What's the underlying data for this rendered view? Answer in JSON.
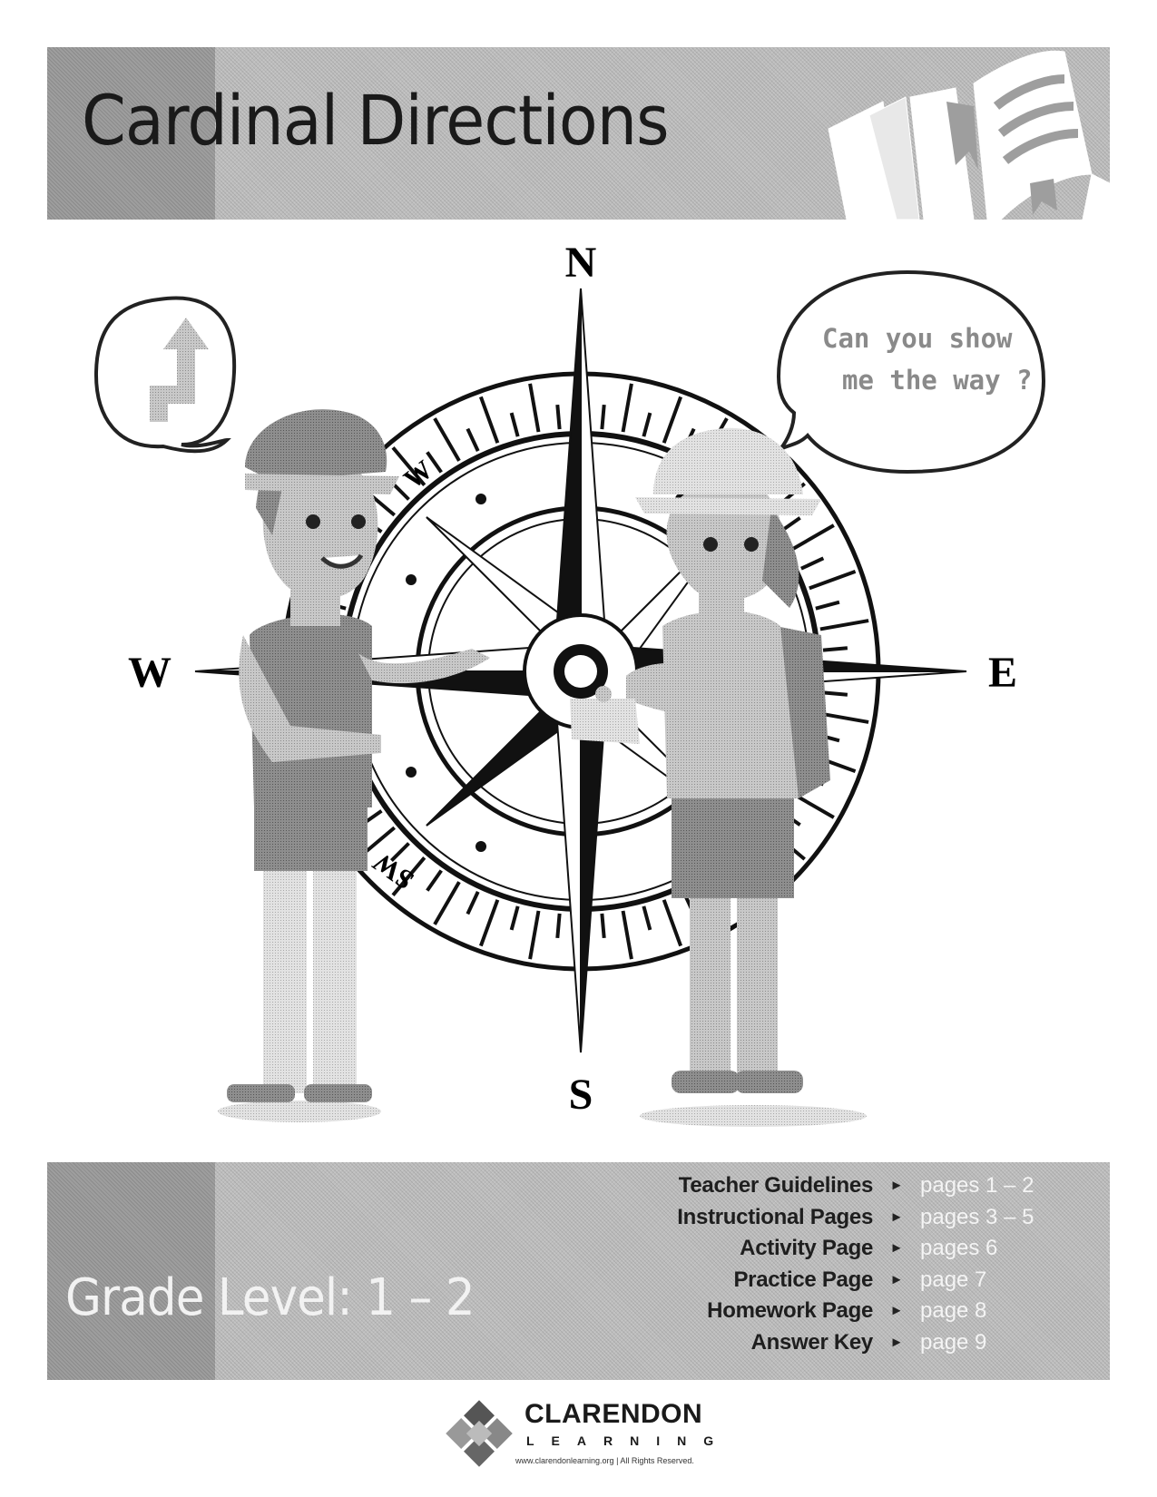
{
  "header": {
    "title": "Cardinal Directions"
  },
  "compass": {
    "north": "N",
    "south": "S",
    "east": "E",
    "west": "W",
    "ring_label_upper": "W",
    "ring_label_lower": "SW"
  },
  "speech_bubble": {
    "line1": "Can you show",
    "line2": "me the way ?"
  },
  "footer": {
    "grade_level": "Grade Level: 1 – 2",
    "contents": [
      {
        "section": "Teacher Guidelines",
        "pages": "pages 1 – 2"
      },
      {
        "section": "Instructional Pages",
        "pages": "pages 3 – 5"
      },
      {
        "section": "Activity Page",
        "pages": "pages 6"
      },
      {
        "section": "Practice Page",
        "pages": "page 7"
      },
      {
        "section": "Homework Page",
        "pages": "page 8"
      },
      {
        "section": "Answer Key",
        "pages": "page 9"
      }
    ]
  },
  "logo": {
    "name": "CLARENDON",
    "subname": "LEARNING",
    "footer_text": "www.clarendonlearning.org | All Rights Reserved."
  },
  "icons": [
    "book-icon",
    "turn-arrow-icon",
    "compass-rose-icon",
    "arrow-right-icon",
    "clarendon-logo-icon"
  ]
}
